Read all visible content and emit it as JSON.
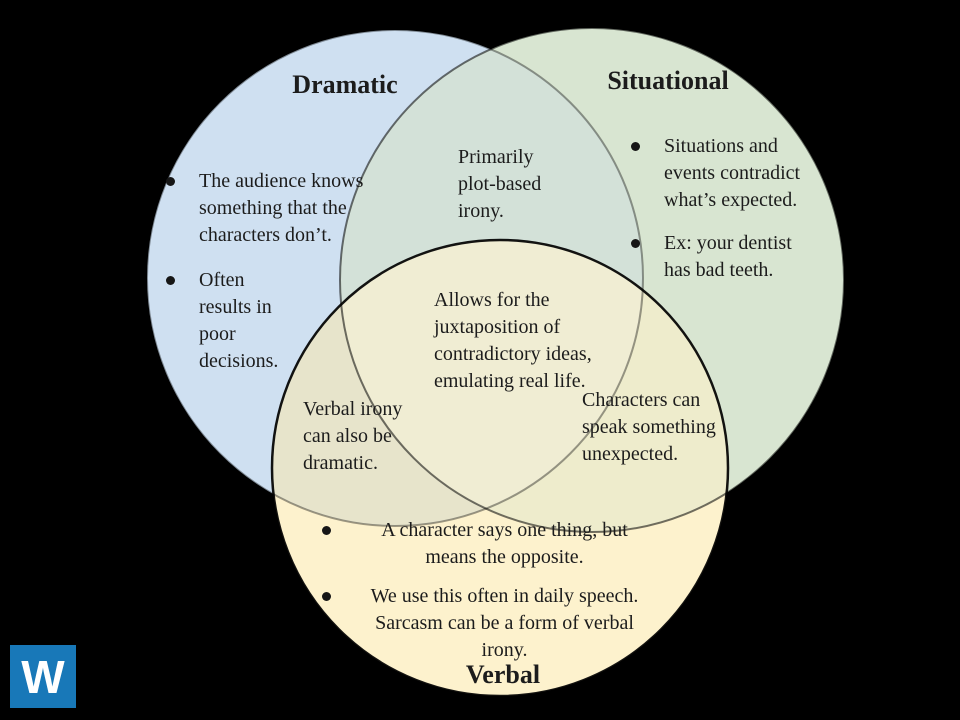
{
  "slide": {
    "background": "#000000",
    "text_color": "#1c1c1c"
  },
  "colors": {
    "dramatic_fill": "#cfe0f1",
    "situational_fill": "#d8e5d1",
    "verbal_fill": "#fdf2cd",
    "dramatic_situational_fill": "#d3e1d8",
    "dramatic_verbal_fill": "#e7e4cb",
    "situational_verbal_fill": "#eeeccc",
    "center_fill": "#f0edd3",
    "dramatic_stroke": "rgba(0,0,0,0.38)",
    "situational_stroke": "rgba(0,0,0,0.55)",
    "verbal_stroke": "rgba(0,0,0,0.92)"
  },
  "venn": {
    "dramatic": {
      "title": "Dramatic",
      "bullets": [
        "The audience knows something that the characters don’t.",
        "Often results in poor decisions."
      ]
    },
    "situational": {
      "title": "Situational",
      "bullets": [
        "Situations and events contradict what’s expected.",
        "Ex: your dentist has bad teeth."
      ]
    },
    "verbal": {
      "title": "Verbal",
      "bullets": [
        "A character says one thing, but means the opposite.",
        "We use this often in daily speech. Sarcasm can be a form of verbal irony."
      ]
    },
    "overlaps": {
      "dramatic_situational": "Primarily plot-based irony.",
      "dramatic_verbal": "Verbal irony can also be dramatic.",
      "situational_verbal": "Characters can speak something unexpected.",
      "center": "Allows for the juxtaposition of contradictory ideas, emulating real life."
    }
  },
  "logo": {
    "letter": "W",
    "background": "#1878b8",
    "color": "#ffffff"
  }
}
